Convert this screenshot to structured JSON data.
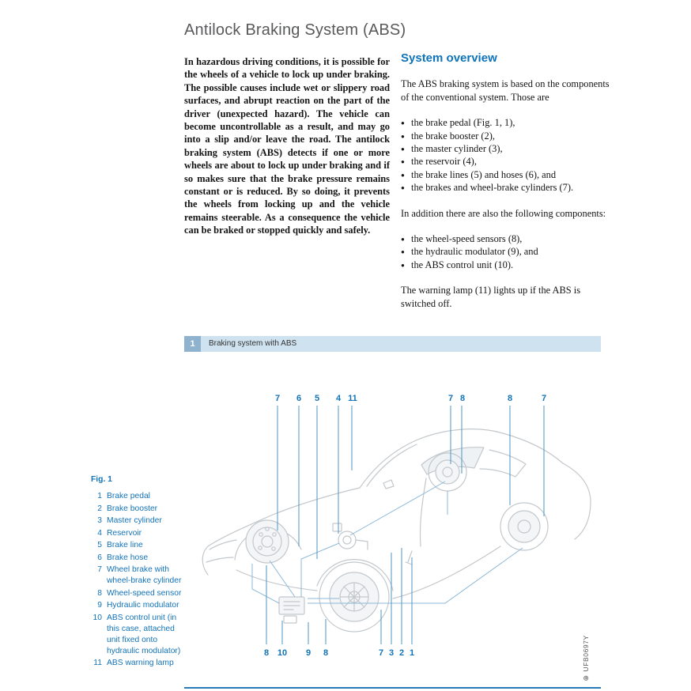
{
  "page": {
    "title": "Antilock Braking System (ABS)"
  },
  "intro": {
    "text": "In hazardous driving conditions, it is possible for the wheels of a vehicle to lock up under braking. The possible causes include wet or slippery road surfaces, and abrupt reaction on the part of the driver (unexpected hazard). The vehicle can become uncontrollable as a result, and may go into a slip and/or leave the road. The antilock braking system (ABS) detects if one or more wheels are about to lock up under braking and if so makes sure that the brake pressure remains constant or is reduced. By so doing, it prevents the wheels from locking up and the vehicle remains steerable. As a consequence the vehicle can be braked or stopped quickly and safely."
  },
  "overview": {
    "heading": "System overview",
    "para1": "The ABS braking system is based on the components of the conventional system. Those are",
    "bullets1": [
      "the brake pedal (Fig. 1, 1),",
      "the brake booster (2),",
      "the master cylinder (3),",
      "the reservoir (4),",
      "the brake lines (5) and hoses (6), and",
      "the brakes and wheel-brake cylinders (7)."
    ],
    "para2": "In addition there are also the following components:",
    "bullets2": [
      "the wheel-speed sensors (8),",
      "the hydraulic modulator (9), and",
      "the ABS control unit (10)."
    ],
    "para3": "The warning lamp (11) lights up if the ABS is switched off."
  },
  "figure": {
    "number": "1",
    "caption": "Braking system with ABS",
    "watermark": "UFB0697Y",
    "callouts_top": [
      "7",
      "6",
      "5",
      "4",
      "11",
      "7",
      "8",
      "8",
      "7"
    ],
    "callouts_bottom": [
      "8",
      "10",
      "9",
      "8",
      "7",
      "3",
      "2",
      "1"
    ]
  },
  "legend": {
    "title": "Fig. 1",
    "items": [
      {
        "num": "1",
        "label": "Brake pedal"
      },
      {
        "num": "2",
        "label": "Brake booster"
      },
      {
        "num": "3",
        "label": "Master cylinder"
      },
      {
        "num": "4",
        "label": "Reservoir"
      },
      {
        "num": "5",
        "label": "Brake line"
      },
      {
        "num": "6",
        "label": "Brake hose"
      },
      {
        "num": "7",
        "label": "Wheel brake with wheel-brake cylinder"
      },
      {
        "num": "8",
        "label": "Wheel-speed sensor"
      },
      {
        "num": "9",
        "label": "Hydraulic modulator"
      },
      {
        "num": "10",
        "label": "ABS control unit (in this case, attached unit fixed onto hydraulic modulator)"
      },
      {
        "num": "11",
        "label": "ABS warning lamp"
      }
    ]
  },
  "colors": {
    "accent_blue": "#1273b8",
    "heading_blue": "#0d73b9",
    "figure_bar_bg": "#cfe2ef",
    "figure_tab_bg": "#8fb3ce",
    "callout_line": "#4e95c5",
    "hydraulic_line": "#8cb8d8",
    "car_line": "#c3c8cc",
    "title_gray": "#58595b"
  }
}
